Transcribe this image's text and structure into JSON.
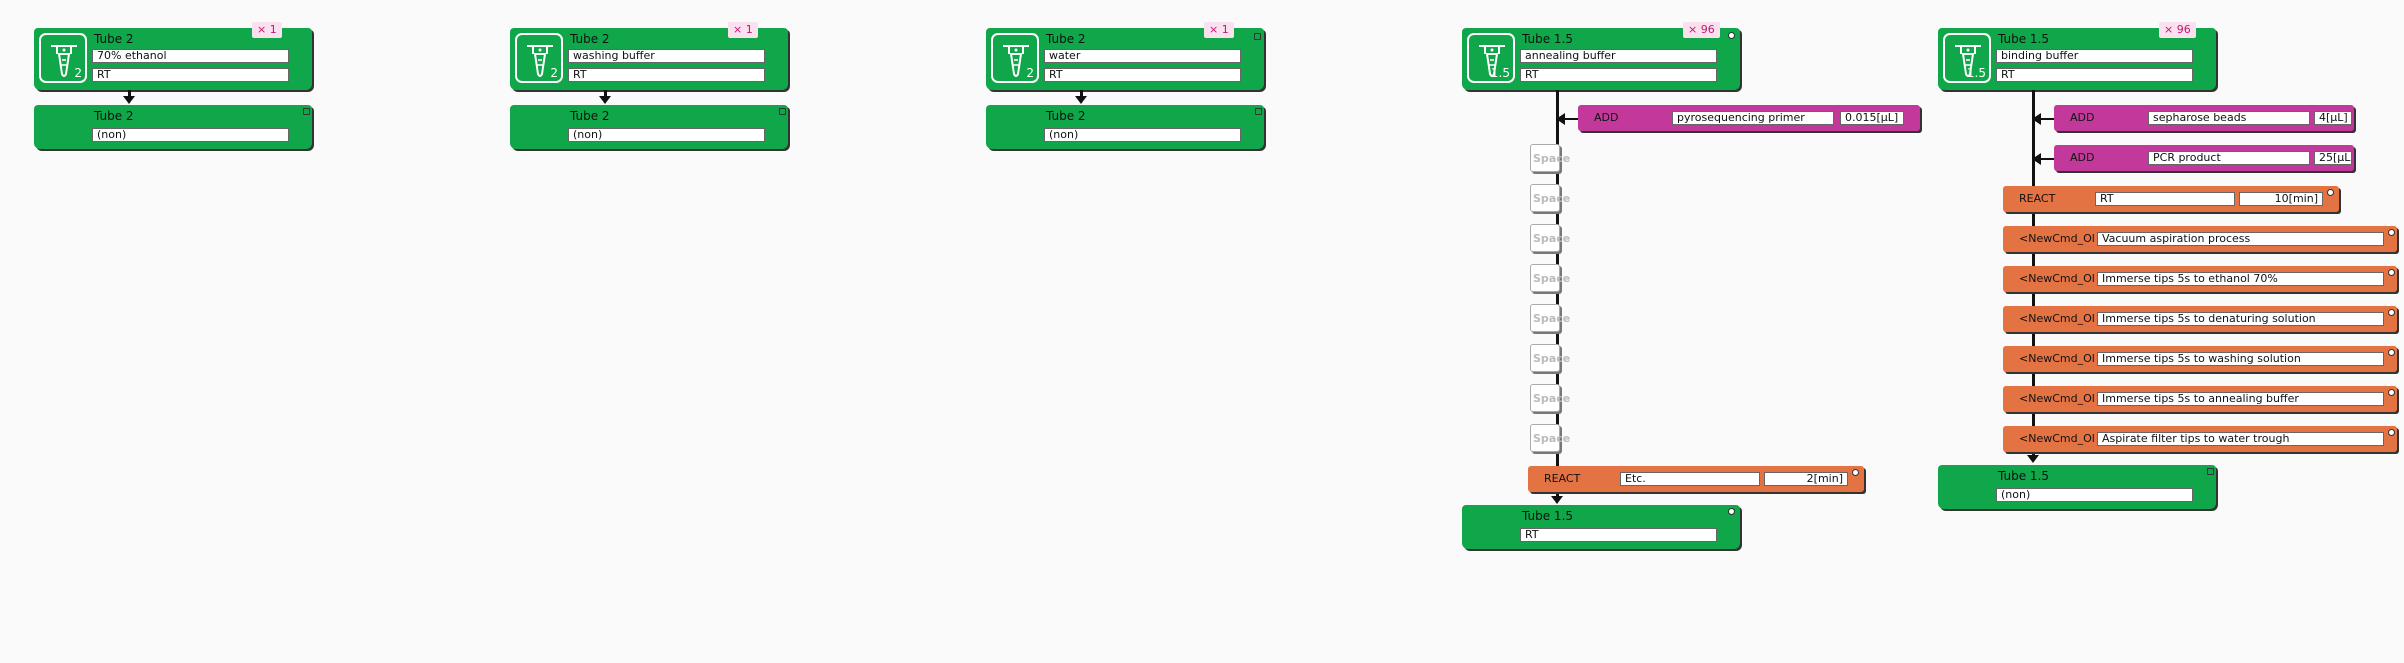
{
  "columns": [
    {
      "badge": "×  1",
      "top_title": "Tube 2",
      "size": "2",
      "field1": "70% ethanol",
      "field2": "RT",
      "bottom_title": "Tube 2",
      "bottom_field": "(non)"
    },
    {
      "badge": "×  1",
      "top_title": "Tube 2",
      "size": "2",
      "field1": "washing buffer",
      "field2": "RT",
      "bottom_title": "Tube 2",
      "bottom_field": "(non)"
    },
    {
      "badge": "×  1",
      "top_title": "Tube 2",
      "size": "2",
      "field1": "water",
      "field2": "RT",
      "bottom_title": "Tube 2",
      "bottom_field": "(non)"
    },
    {
      "badge": "× 96",
      "top_title": "Tube 1.5",
      "size": "1.5",
      "field1": "annealing buffer",
      "field2": "RT",
      "add": {
        "label": "ADD",
        "reagent": "pyrosequencing primer",
        "amount": "0.015[μL]"
      },
      "space_label": "Space",
      "react": {
        "label": "REACT",
        "cond": "Etc.",
        "time": "2[min]"
      },
      "bottom_title": "Tube 1.5",
      "bottom_field": "RT"
    },
    {
      "badge": "× 96",
      "top_title": "Tube 1.5",
      "size": "1.5",
      "field1": "binding buffer",
      "field2": "RT",
      "add1": {
        "label": "ADD",
        "reagent": "sepharose beads",
        "amount": "4[μL]"
      },
      "add2": {
        "label": "ADD",
        "reagent": "PCR product",
        "amount": "25[μL]"
      },
      "react": {
        "label": "REACT",
        "cond": "RT",
        "time": "10[min]"
      },
      "cmds": [
        {
          "label": "<NewCmd_Ol",
          "text": "Vacuum aspiration process"
        },
        {
          "label": "<NewCmd_Ol",
          "text": "Immerse tips 5s to ethanol 70%"
        },
        {
          "label": "<NewCmd_Ol",
          "text": "Immerse tips 5s to denaturing solution"
        },
        {
          "label": "<NewCmd_Ol",
          "text": "Immerse tips 5s to washing solution"
        },
        {
          "label": "<NewCmd_Ol",
          "text": "Immerse tips 5s to annealing buffer"
        },
        {
          "label": "<NewCmd_Ol",
          "text": "Aspirate filter tips to water trough"
        }
      ],
      "bottom_title": "Tube 1.5",
      "bottom_field": "(non)"
    }
  ],
  "colors": {
    "tube_green": "#0fa74a",
    "add_magenta": "#c2399b",
    "react_orange": "#e47344",
    "badge_bg": "#fbe0ef",
    "badge_text": "#c01b6d"
  }
}
